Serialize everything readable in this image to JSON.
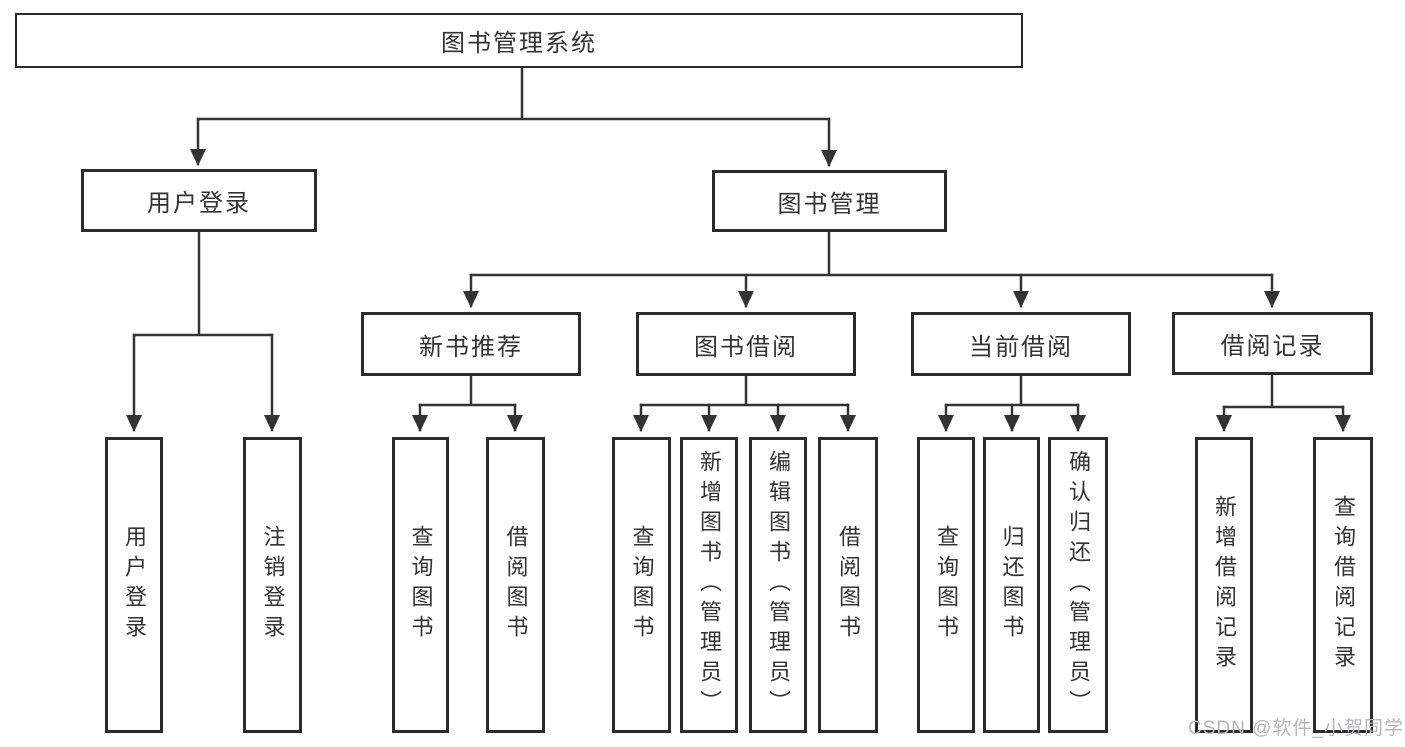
{
  "colors": {
    "line": "#333333",
    "box_border": "#2b2b2b",
    "text": "#333333",
    "background": "#ffffff",
    "watermark": "#b6b6ba"
  },
  "diagram": {
    "root": {
      "label": "图书管理系统"
    },
    "branches": [
      {
        "label": "用户登录",
        "children": [
          {
            "label": "用户登录"
          },
          {
            "label": "注销登录"
          }
        ]
      },
      {
        "label": "图书管理",
        "children": [
          {
            "label": "新书推荐",
            "children": [
              {
                "label": "查询图书"
              },
              {
                "label": "借阅图书"
              }
            ]
          },
          {
            "label": "图书借阅",
            "children": [
              {
                "label": "查询图书"
              },
              {
                "label": "新增图书（管理员）"
              },
              {
                "label": "编辑图书（管理员）"
              },
              {
                "label": "借阅图书"
              }
            ]
          },
          {
            "label": "当前借阅",
            "children": [
              {
                "label": "查询图书"
              },
              {
                "label": "归还图书"
              },
              {
                "label": "确认归还（管理员）"
              }
            ]
          },
          {
            "label": "借阅记录",
            "children": [
              {
                "label": "新增借阅记录"
              },
              {
                "label": "查询借阅记录"
              }
            ]
          }
        ]
      }
    ]
  },
  "watermark": {
    "text": "CSDN @软件_小贺同学"
  }
}
